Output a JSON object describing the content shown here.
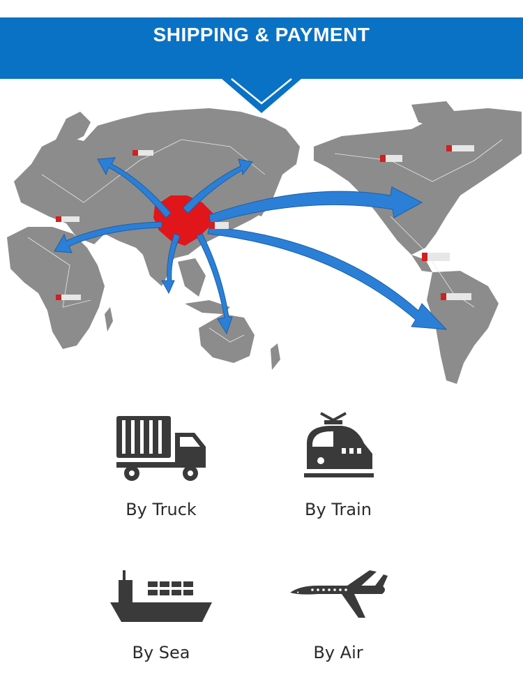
{
  "header": {
    "title": "SHIPPING & PAYMENT"
  },
  "colors": {
    "banner": "#0a72c4",
    "land": "#8c8c8c",
    "arrow": "#2b7fd6",
    "origin": "#e0161b",
    "icon": "#3a3a3a"
  },
  "map": {
    "origin_icon": "china-highlight-icon",
    "route_icon": "route-arrow-icon"
  },
  "transport": {
    "items": [
      {
        "label": "By Truck",
        "icon": "truck-icon"
      },
      {
        "label": "By Train",
        "icon": "train-icon"
      },
      {
        "label": "By Sea",
        "icon": "ship-icon"
      },
      {
        "label": "By Air",
        "icon": "airplane-icon"
      }
    ]
  }
}
